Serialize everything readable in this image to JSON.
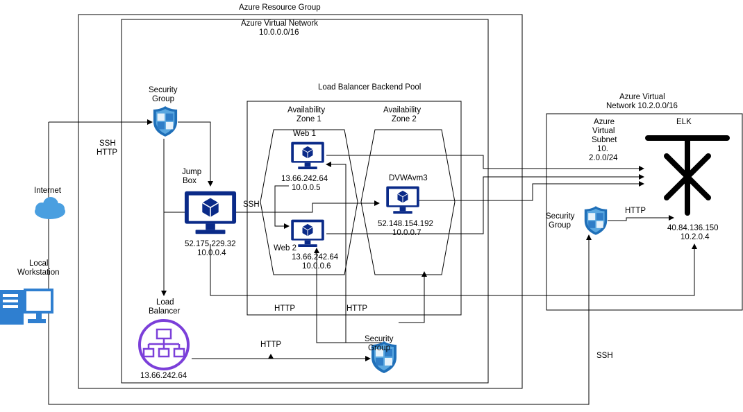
{
  "colors": {
    "monitor": "#0a2a88",
    "shield_light": "#5aa7e0",
    "shield_dark": "#1f6fb8",
    "load_balancer": "#7b3fd9",
    "cloud": "#4a9fe0",
    "workstation": "#2f7fd0",
    "line": "#000000"
  },
  "labels": {
    "resource_group": "Azure Resource Group",
    "vnet_title": "Azure Virtual Network",
    "vnet_cidr": "10.0.0.0/16",
    "backend_pool": "Load Balancer Backend Pool",
    "az1_line1": "Availability",
    "az1_line2": "Zone 1",
    "az2_line1": "Availability",
    "az2_line2": "Zone 2",
    "sg_top_line1": "Security",
    "sg_top_line2": "Group",
    "ssh_http_1": "SSH",
    "ssh_http_2": "HTTP",
    "internet": "Internet",
    "local_ws_1": "Local",
    "local_ws_2": "Workstation",
    "jump_1": "Jump",
    "jump_2": "Box",
    "jump_ip": "52.175.229.32",
    "jump_priv": "10.0.0.4",
    "ssh_mid": "SSH",
    "web1_name": "Web 1",
    "web1_ip": "13.66.242.64",
    "web1_priv": "10.0.0.5",
    "web2_name": "Web 2",
    "web2_ip": "13.66.242.64",
    "web2_priv": "10.0.0.6",
    "dvwa_name": "DVWAvm3",
    "dvwa_ip": "52.148.154.192",
    "dvwa_priv": "10.0.0.7",
    "http_left": "HTTP",
    "http_right": "HTTP",
    "lb_1": "Load",
    "lb_2": "Balancer",
    "lb_ip": "13.66.242.64",
    "http_lb": "HTTP",
    "sg_bottom_1": "Security",
    "sg_bottom_2": "Group",
    "vnet2_1": "Azure Virtual",
    "vnet2_2": "Network 10.2.0.0/16",
    "subnet_1": "Azure",
    "subnet_2": "Virtual",
    "subnet_3": "Subnet",
    "subnet_4": "10.",
    "subnet_5": "2.0.0/24",
    "elk": "ELK",
    "sg_right_1": "Security",
    "sg_right_2": "Group",
    "http_elk": "HTTP",
    "elk_ip": "40.84.136.150",
    "elk_priv": "10.2.0.4",
    "ssh_bottom": "SSH"
  }
}
